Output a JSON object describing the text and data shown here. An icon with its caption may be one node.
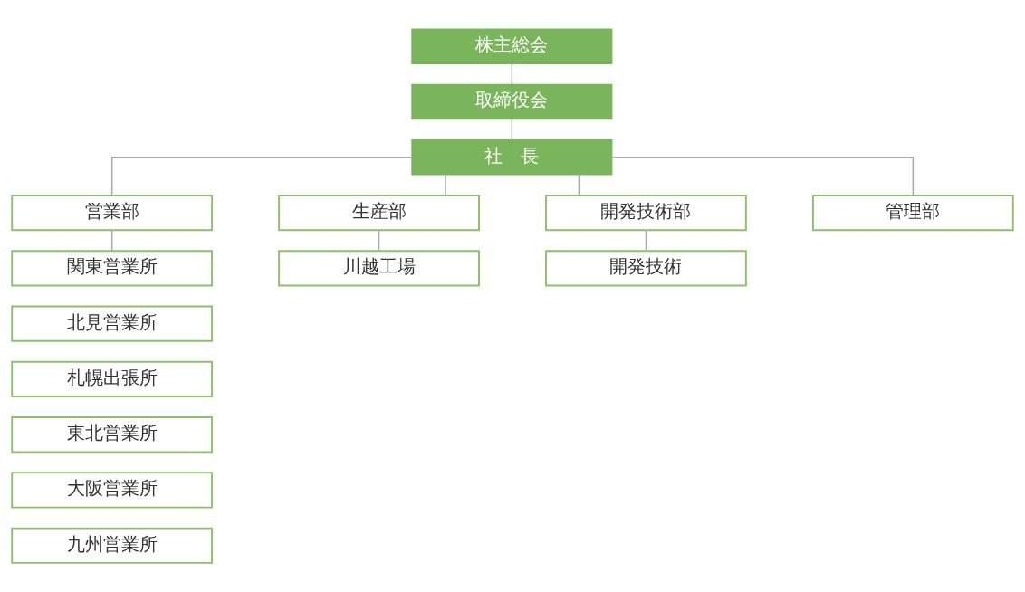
{
  "diagram": {
    "nodes": [
      {
        "text": [
          "株主総会"
        ]
      },
      {
        "text": [
          "取締役会"
        ]
      },
      {
        "text": [
          "社　長"
        ]
      },
      {
        "text": [
          "営業部"
        ]
      },
      {
        "text": [
          "生産部"
        ]
      },
      {
        "text": [
          "開発技術部"
        ]
      },
      {
        "text": [
          "管理部"
        ]
      },
      {
        "text": [
          "関東営業所"
        ]
      },
      {
        "text": [
          "北見営業所"
        ]
      },
      {
        "text": [
          "札幌出張所"
        ]
      },
      {
        "text": [
          "東北営業所"
        ]
      },
      {
        "text": [
          "大阪営業所"
        ]
      },
      {
        "text": [
          "九州営業所"
        ]
      },
      {
        "text": [
          "川越工場"
        ]
      },
      {
        "text": [
          "開発技術"
        ]
      }
    ],
    "edges": [
      {
        "from": 0,
        "to": 1,
        "arrow": "none"
      },
      {
        "from": 1,
        "to": 2,
        "arrow": "none"
      },
      {
        "from": 2,
        "to": 3,
        "arrow": "none"
      },
      {
        "from": 2,
        "to": 4,
        "arrow": "none"
      },
      {
        "from": 2,
        "to": 5,
        "arrow": "none"
      },
      {
        "from": 2,
        "to": 6,
        "arrow": "none"
      },
      {
        "from": 3,
        "to": 7,
        "arrow": "none"
      },
      {
        "from": 4,
        "to": 13,
        "arrow": "none"
      },
      {
        "from": 5,
        "to": 14,
        "arrow": "none"
      }
    ]
  }
}
